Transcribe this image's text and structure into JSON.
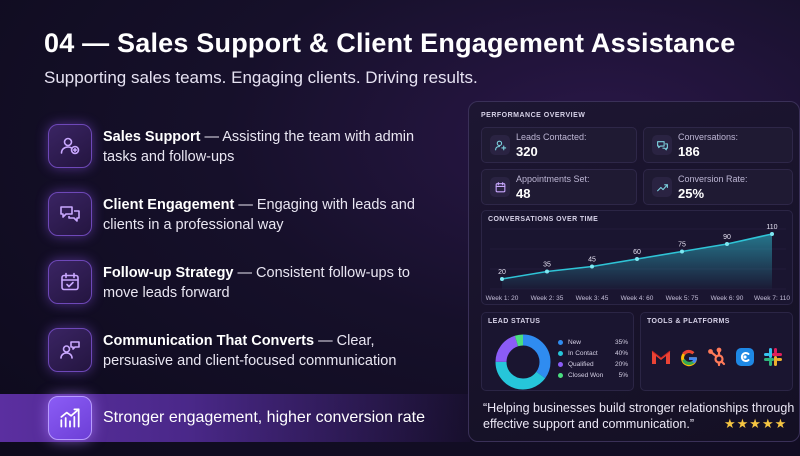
{
  "header": {
    "title": "04 — Sales Support & Client Engagement Assistance",
    "subtitle": "Supporting sales teams. Engaging clients. Driving results."
  },
  "features": [
    {
      "icon": "user-plus-icon",
      "title": "Sales Support",
      "desc": " — Assisting the team with admin tasks and follow-ups"
    },
    {
      "icon": "chat-bubbles-icon",
      "title": "Client Engagement",
      "desc": " — Engaging with leads and clients in a professional way"
    },
    {
      "icon": "calendar-check-icon",
      "title": "Follow-up Strategy",
      "desc": " — Consistent follow-ups to move leads forward"
    },
    {
      "icon": "person-speech-icon",
      "title": "Communication That Converts",
      "desc": " — Clear, persuasive and client-focused communication"
    }
  ],
  "banner": {
    "icon": "growth-chart-icon",
    "text": "Stronger engagement, higher conversion rate"
  },
  "panel": {
    "title": "PERFORMANCE OVERVIEW",
    "stats": [
      {
        "icon": "user-plus-icon",
        "label": "Leads Contacted:",
        "value": "320"
      },
      {
        "icon": "chat-icon",
        "label": "Conversations:",
        "value": "186"
      },
      {
        "icon": "calendar-icon",
        "label": "Appointments Set:",
        "value": "48"
      },
      {
        "icon": "trend-up-icon",
        "label": "Conversion Rate:",
        "value": "25%"
      }
    ],
    "lead_status": {
      "title": "LEAD STATUS",
      "items": [
        {
          "name": "New",
          "value": "35%",
          "color": "#2f8cf0"
        },
        {
          "name": "In Contact",
          "value": "40%",
          "color": "#26c6da"
        },
        {
          "name": "Qualified",
          "value": "20%",
          "color": "#8b5cf6"
        },
        {
          "name": "Closed Won",
          "value": "5%",
          "color": "#4ade80"
        }
      ]
    },
    "tools": {
      "title": "TOOLS & PLATFORMS",
      "items": [
        "gmail-icon",
        "google-icon",
        "hubspot-icon",
        "crm-app-icon",
        "slack-icon"
      ]
    },
    "quote": "“Helping businesses build stronger relationships through effective support and communication.”",
    "stars": "★★★★★",
    "colors": {
      "accent": "#8b5cf6",
      "line": "#2fc4d6",
      "star": "#f5c542"
    }
  },
  "chart_data": {
    "type": "area",
    "title": "CONVERSATIONS OVER TIME",
    "categories": [
      "Week 1: 20",
      "Week 2: 35",
      "Week 3: 45",
      "Week 4: 60",
      "Week 5: 75",
      "Week 6: 90",
      "Week 7: 110"
    ],
    "values": [
      20,
      35,
      45,
      60,
      75,
      90,
      110
    ],
    "xlabel": "",
    "ylabel": "",
    "ylim": [
      0,
      120
    ],
    "grid": true,
    "legend": "none"
  }
}
